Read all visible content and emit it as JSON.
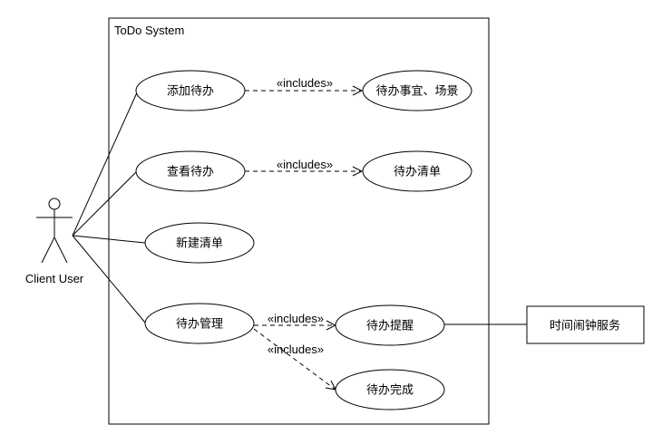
{
  "system": {
    "title": "ToDo System"
  },
  "actor": {
    "name": "Client User"
  },
  "use_cases": {
    "add": "添加待办",
    "view": "查看待办",
    "new_list": "新建清单",
    "manage": "待办管理",
    "items_scenes": "待办事宜、场景",
    "todo_list": "待办清单",
    "remind": "待办提醒",
    "complete": "待办完成"
  },
  "external": {
    "timer_service": "时间闹钟服务"
  },
  "relations": {
    "include_add": "«includes»",
    "include_view": "«includes»",
    "include_remind": "«includes»",
    "include_complete": "«includes»"
  }
}
